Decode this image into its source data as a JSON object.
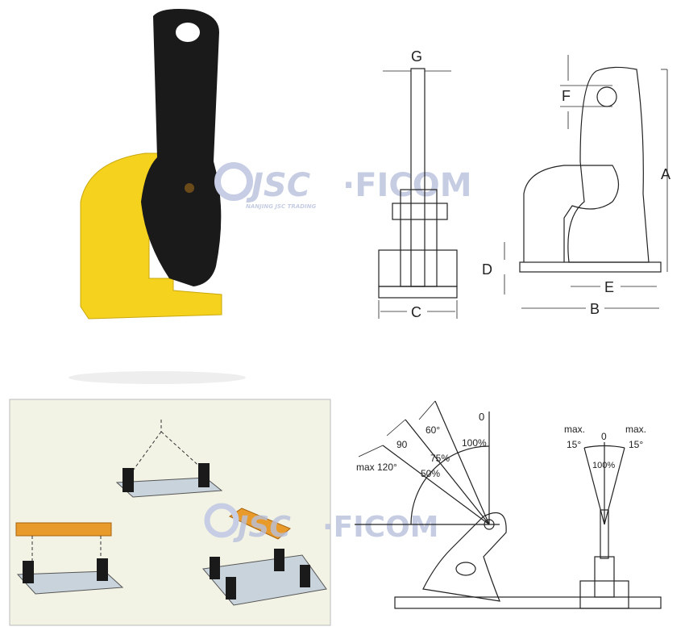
{
  "dimensions": {
    "g": "G",
    "f": "F",
    "a": "A",
    "d": "D",
    "e": "E",
    "b": "B",
    "c": "C"
  },
  "angle_diagram": {
    "zero": "0",
    "p100": "100%",
    "p75": "75%",
    "p50": "50%",
    "a60": "60°",
    "a90": "90",
    "a120": "max 120°"
  },
  "tilt_diagram": {
    "left": "max.",
    "left_deg": "15°",
    "zero": "0",
    "right": "max.",
    "right_deg": "15°",
    "p100": "100%"
  },
  "watermark": {
    "brand": "JSC · FICOM",
    "sub": "NANJING JSC TRADING"
  },
  "colors": {
    "clamp_yellow": "#f5d21e",
    "clamp_black": "#1a1a1a",
    "beam_orange": "#e89a2a",
    "panel_bg": "#f2f3e4"
  }
}
